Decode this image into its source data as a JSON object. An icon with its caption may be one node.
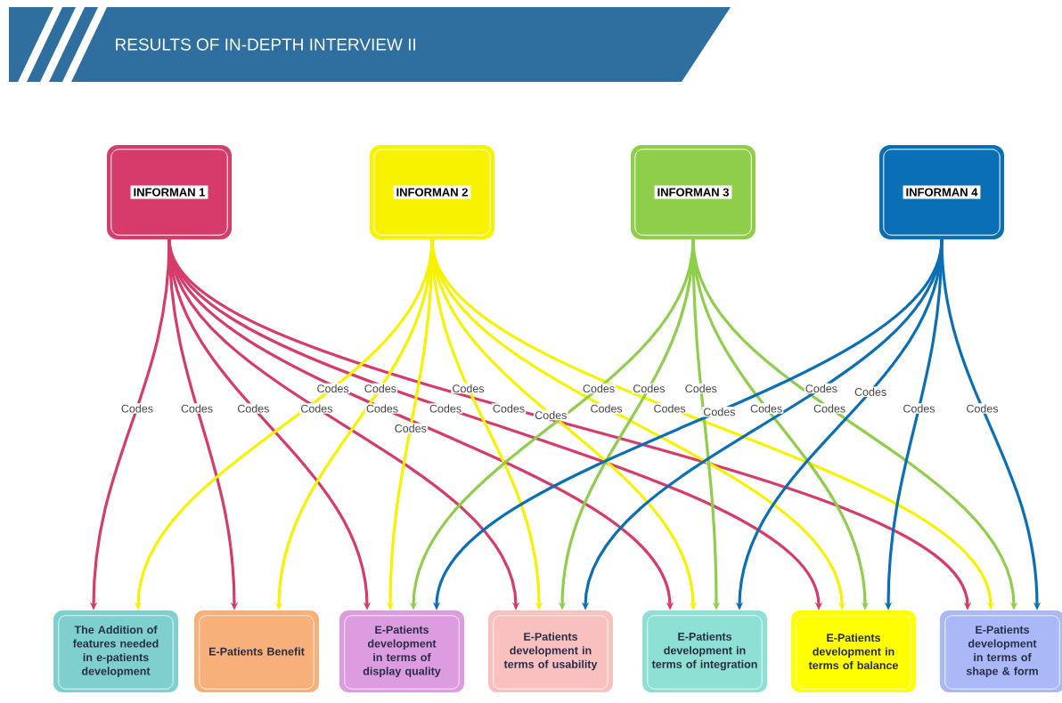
{
  "diagram": {
    "title": "RESULTS OF IN-DEPTH INTERVIEW II",
    "nodes": [
      {
        "text": [
          "INFORMAN 1"
        ]
      },
      {
        "text": [
          "INFORMAN 2"
        ]
      },
      {
        "text": [
          "INFORMAN 3"
        ]
      },
      {
        "text": [
          "INFORMAN 4"
        ]
      },
      {
        "text": [
          "The Addition of features needed in e-patients development"
        ]
      },
      {
        "text": [
          "E-Patients Benefit"
        ]
      },
      {
        "text": [
          "E-Patients development in terms of display quality"
        ]
      },
      {
        "text": [
          "E-Patients development in terms of usability"
        ]
      },
      {
        "text": [
          "E-Patients development in terms of integration"
        ]
      },
      {
        "text": [
          "E-Patients development in terms of balance"
        ]
      },
      {
        "text": [
          "E-Patients development in terms of shape & form"
        ]
      }
    ],
    "edges": [
      {
        "from": 0,
        "to": 4,
        "arrow": "to",
        "label": "Codes",
        "color": "#d63b6a"
      },
      {
        "from": 0,
        "to": 5,
        "arrow": "to",
        "label": "Codes",
        "color": "#d63b6a"
      },
      {
        "from": 0,
        "to": 6,
        "arrow": "to",
        "label": "Codes",
        "color": "#d63b6a"
      },
      {
        "from": 0,
        "to": 7,
        "arrow": "to",
        "label": "Codes",
        "color": "#d63b6a"
      },
      {
        "from": 0,
        "to": 8,
        "arrow": "to",
        "label": "Codes",
        "color": "#d63b6a"
      },
      {
        "from": 0,
        "to": 9,
        "arrow": "to",
        "label": "Codes",
        "color": "#d63b6a"
      },
      {
        "from": 0,
        "to": 10,
        "arrow": "to",
        "label": "Codes",
        "color": "#d63b6a"
      },
      {
        "from": 1,
        "to": 4,
        "arrow": "to",
        "label": "Codes",
        "color": "#f7f200"
      },
      {
        "from": 1,
        "to": 5,
        "arrow": "to",
        "label": "Codes",
        "color": "#f7f200"
      },
      {
        "from": 1,
        "to": 6,
        "arrow": "to",
        "label": "Codes",
        "color": "#f7f200"
      },
      {
        "from": 1,
        "to": 7,
        "arrow": "to",
        "label": "Codes",
        "color": "#f7f200"
      },
      {
        "from": 1,
        "to": 8,
        "arrow": "to",
        "label": "Codes",
        "color": "#f7f200"
      },
      {
        "from": 1,
        "to": 9,
        "arrow": "to",
        "label": "Codes",
        "color": "#f7f200"
      },
      {
        "from": 1,
        "to": 10,
        "arrow": "to",
        "label": "Codes",
        "color": "#f7f200"
      },
      {
        "from": 2,
        "to": 6,
        "arrow": "to",
        "label": "Codes",
        "color": "#8fce4a"
      },
      {
        "from": 2,
        "to": 7,
        "arrow": "to",
        "label": "Codes",
        "color": "#8fce4a"
      },
      {
        "from": 2,
        "to": 8,
        "arrow": "to",
        "label": "Codes",
        "color": "#8fce4a"
      },
      {
        "from": 2,
        "to": 9,
        "arrow": "to",
        "label": "Codes",
        "color": "#8fce4a"
      },
      {
        "from": 2,
        "to": 10,
        "arrow": "to",
        "label": "Codes",
        "color": "#8fce4a"
      },
      {
        "from": 3,
        "to": 6,
        "arrow": "to",
        "label": "Codes",
        "color": "#0a6fb5"
      },
      {
        "from": 3,
        "to": 7,
        "arrow": "to",
        "label": "Codes",
        "color": "#0a6fb5"
      },
      {
        "from": 3,
        "to": 8,
        "arrow": "to",
        "label": "Codes",
        "color": "#0a6fb5"
      },
      {
        "from": 3,
        "to": 9,
        "arrow": "to",
        "label": "Codes",
        "color": "#0a6fb5"
      },
      {
        "from": 3,
        "to": 10,
        "arrow": "to",
        "label": "Codes",
        "color": "#0a6fb5"
      }
    ]
  }
}
